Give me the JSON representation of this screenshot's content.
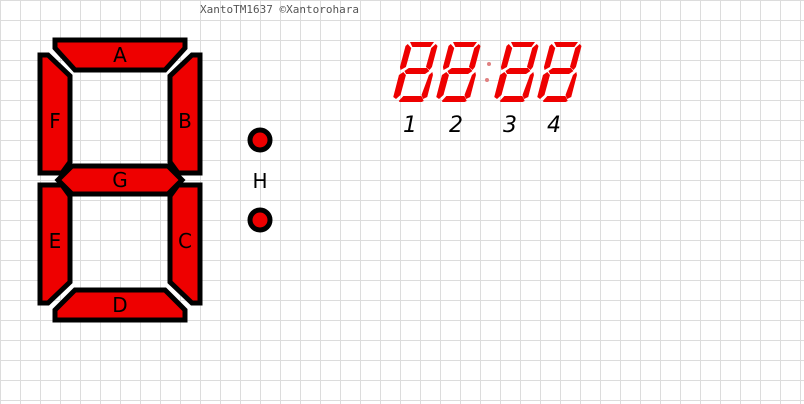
{
  "credit": "XantoTM1637 ©Xantorohara",
  "segment_color": "#ee0000",
  "segments": {
    "a": "A",
    "b": "B",
    "c": "C",
    "d": "D",
    "e": "E",
    "f": "F",
    "g": "G",
    "h": "H"
  },
  "display": {
    "positions": [
      "1",
      "2",
      "3",
      "4"
    ],
    "colon_on": false
  }
}
